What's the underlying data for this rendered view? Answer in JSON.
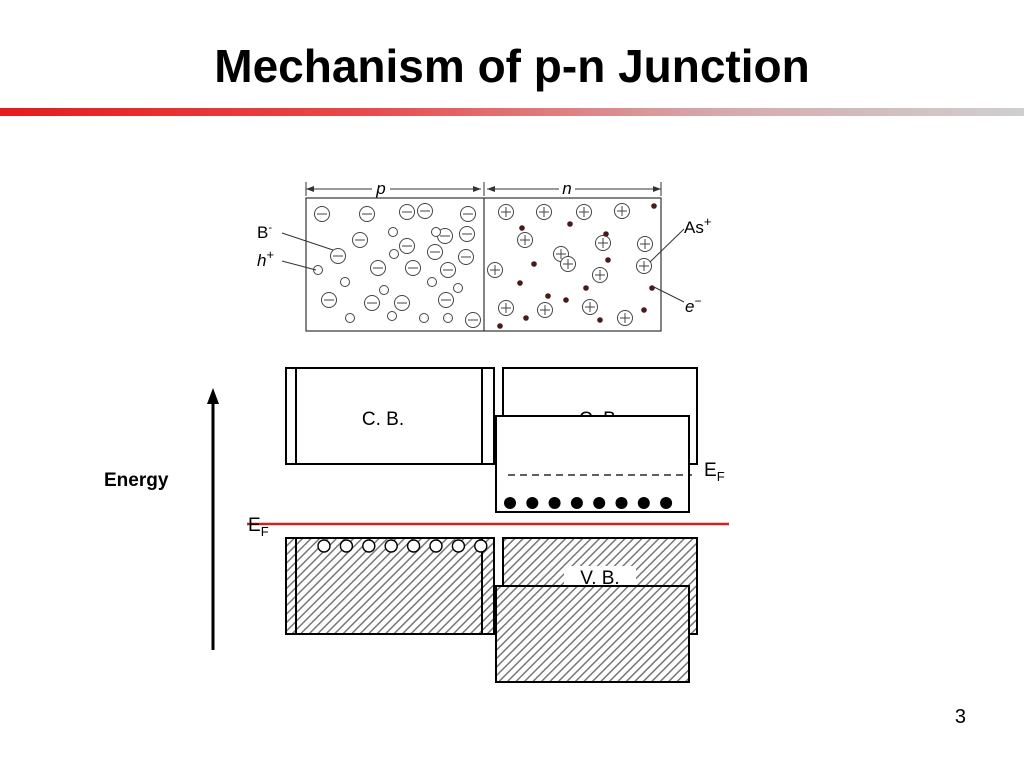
{
  "slide": {
    "title": "Mechanism of p-n Junction",
    "page_number": "3",
    "accent_color": "#e41c1c"
  },
  "junction_figure": {
    "p_label": "p",
    "n_label": "n",
    "b_minus_label": "B",
    "b_minus_sup": "-",
    "hole_label": "h",
    "hole_sup": "+",
    "as_plus_label": "As",
    "as_plus_sup": "+",
    "electron_label": "e",
    "electron_sup": "−"
  },
  "band_diagram": {
    "energy_label": "Energy",
    "cb_label_p": "C. B.",
    "cb_label_n": "C. B.",
    "vb_label_n": "V. B.",
    "ef_label_n": "E",
    "ef_sub_n": "F",
    "ef_label_p": "E",
    "ef_sub_p": "F",
    "fermi_line_color": "#d42020",
    "holes_count": 8,
    "electrons_count": 8
  }
}
